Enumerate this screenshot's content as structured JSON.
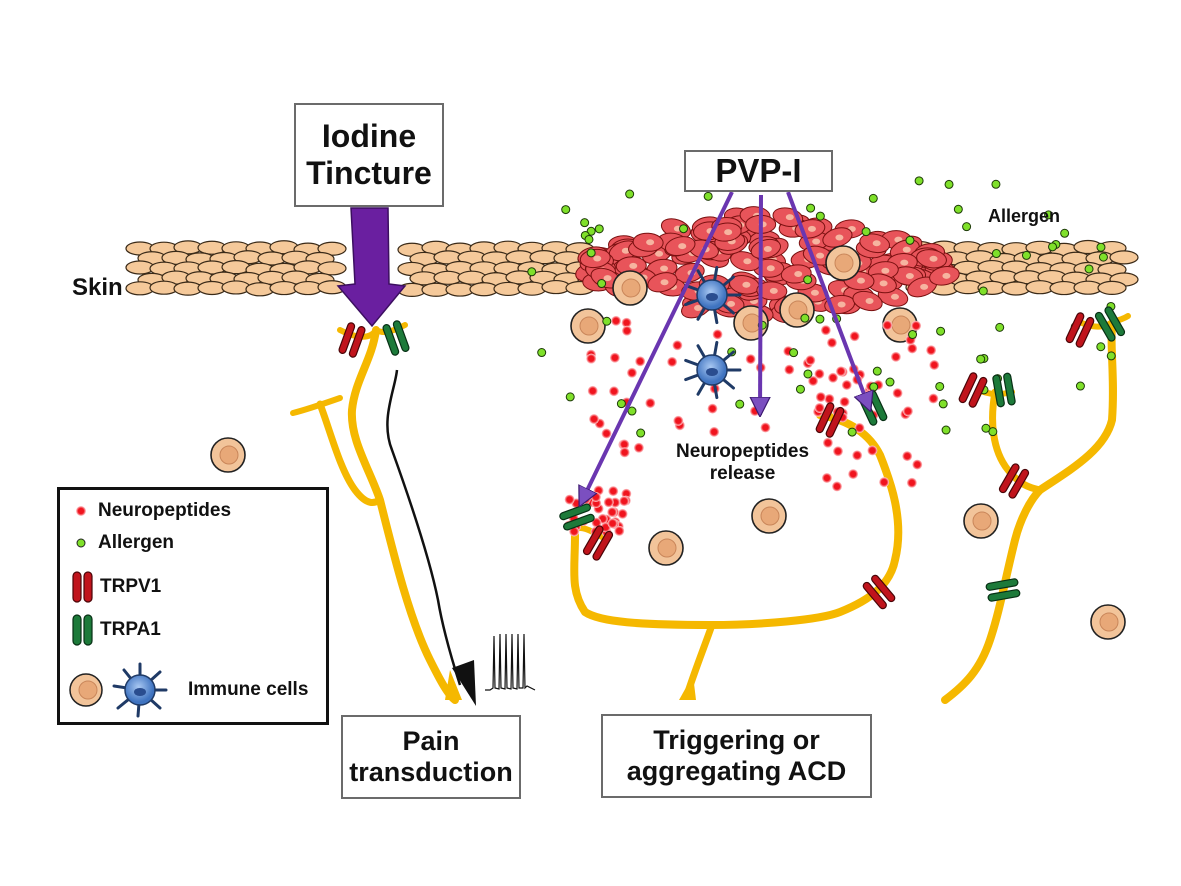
{
  "title_boxes": {
    "iodine_tincture": [
      "Iodine",
      "Tincture"
    ],
    "pvp_i": "PVP-I",
    "pain_transduction": [
      "Pain",
      "transduction"
    ],
    "acd": [
      "Triggering or",
      "aggregating ACD"
    ]
  },
  "labels": {
    "skin": "Skin",
    "allergen": "Allergen",
    "neuropeptides_release": [
      "Neuropeptides",
      "release"
    ]
  },
  "legend": {
    "items": [
      {
        "icon": "neuropeptide-dot",
        "label": "Neuropeptides"
      },
      {
        "icon": "allergen-dot",
        "label": "Allergen"
      },
      {
        "icon": "trpv1-channel",
        "label": "TRPV1"
      },
      {
        "icon": "trpa1-channel",
        "label": "TRPA1"
      },
      {
        "icon": "immune-cells",
        "label": "Immune cells"
      }
    ]
  },
  "colors": {
    "skin_cell": "#f5c99a",
    "inflamed_cell": "#e8545a",
    "nerve": "#f5b800",
    "trpv1": "#c0141c",
    "trpa1": "#1d7a3a",
    "allergen": "#7fe02a",
    "neuropeptide": "#f0141e",
    "arrow_purple": "#6a1fa0",
    "pvp_arrow": "#7040b0",
    "immune_cell": "#f2c49a",
    "dendritic_cell": "#5b8fd6"
  }
}
